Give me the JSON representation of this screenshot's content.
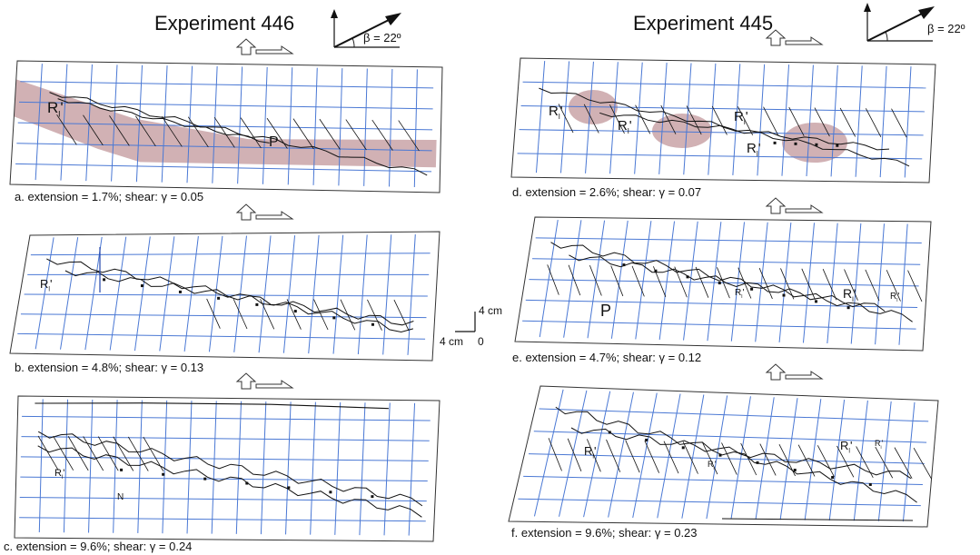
{
  "experiments": [
    {
      "title": "Experiment 446",
      "beta": "β = 22º"
    },
    {
      "title": "Experiment 445",
      "beta": "β = 22º"
    }
  ],
  "panels": [
    {
      "caption": "a. extension = 1.7%; shear: γ = 0.05",
      "labels": [
        {
          "text": "R",
          "sub": "l",
          "sup": "'"
        },
        {
          "text": "P"
        }
      ]
    },
    {
      "caption": "b. extension = 4.8%; shear: γ = 0.13",
      "labels": [
        {
          "text": "R",
          "sub": "l",
          "sup": "'"
        }
      ]
    },
    {
      "caption": "c. extension = 9.6%; shear: γ = 0.24",
      "labels": [
        {
          "text": "R",
          "sub": "l",
          "sup": "'"
        },
        {
          "text": "N"
        }
      ]
    },
    {
      "caption": "d. extension = 2.6%; shear: γ = 0.07",
      "labels": [
        {
          "text": "R",
          "sub": "l",
          "sup": "'"
        },
        {
          "text": "R",
          "sub": "l",
          "sup": "'"
        },
        {
          "text": "R",
          "sub": "l",
          "sup": "'"
        },
        {
          "text": "R",
          "sub": "l",
          "sup": "'"
        }
      ]
    },
    {
      "caption": "e. extension = 4.7%; shear: γ = 0.12",
      "labels": [
        {
          "text": "R",
          "sub": "l",
          "sup": "'"
        },
        {
          "text": "R",
          "sub": "l",
          "sup": "'"
        },
        {
          "text": "R",
          "sub": "l",
          "sup": "'"
        },
        {
          "text": "P"
        }
      ]
    },
    {
      "caption": "f. extension = 9.6%; shear: γ = 0.23",
      "labels": [
        {
          "text": "R",
          "sub": "l",
          "sup": "'"
        },
        {
          "text": "R",
          "sub": "l",
          "sup": "'"
        },
        {
          "text": "R",
          "sub": "l",
          "sup": "'"
        },
        {
          "text": "R",
          "sub": "l",
          "sup": "'"
        }
      ]
    }
  ],
  "scale_bar": {
    "vertical": "4 cm",
    "horizontal": "4 cm",
    "origin": "0"
  },
  "colors": {
    "grid": "#4a78d4",
    "fault": "#111111",
    "shade": "#c9a3a7",
    "background": "#ffffff"
  }
}
